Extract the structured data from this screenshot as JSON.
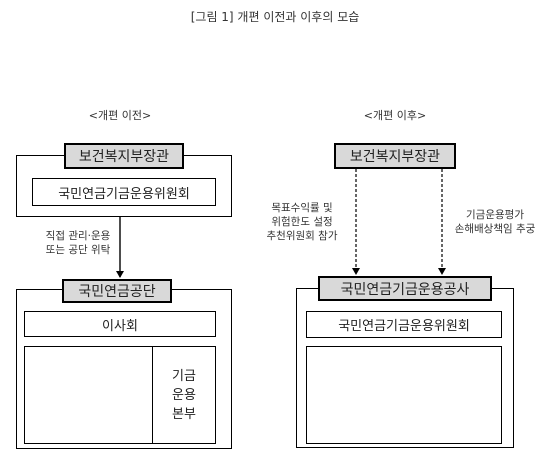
{
  "title": "[그림 1] 개편 이전과 이후의 모습",
  "before": {
    "label": "<개편 이전>",
    "minister": "보건복지부장관",
    "committee": "국민연금기금운용위원회",
    "arrow_note_1": "직접 관리·운용",
    "arrow_note_2": "또는 공단 위탁",
    "agency": "국민연금공단",
    "board": "이사회",
    "fund_dept_1": "기금",
    "fund_dept_2": "운용",
    "fund_dept_3": "본부"
  },
  "after": {
    "label": "<개편 이후>",
    "minister": "보건복지부장관",
    "left_note_1": "목표수익률 및",
    "left_note_2": "위험한도 설정",
    "left_note_3": "추천위원회 참가",
    "right_note_1": "기금운용평가",
    "right_note_2": "손해배상책임 추궁",
    "corporation": "국민연금기금운용공사",
    "committee": "국민연금기금운용위원회"
  }
}
